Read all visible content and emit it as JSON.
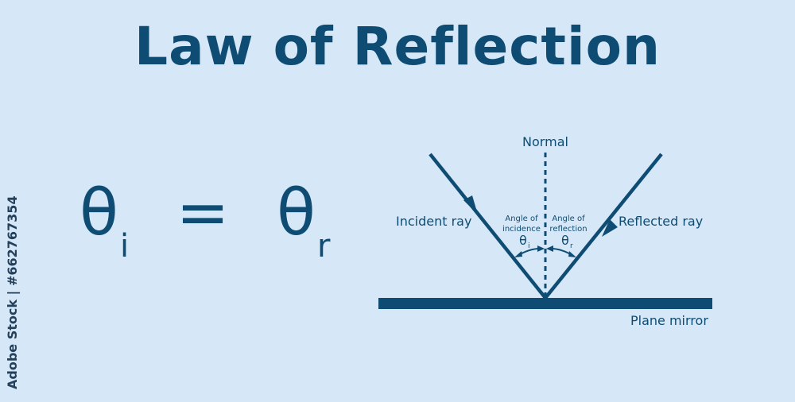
{
  "title": "Law of Reflection",
  "equation": {
    "left_symbol": "θ",
    "left_subscript": "i",
    "operator": "=",
    "right_symbol": "θ",
    "right_subscript": "r"
  },
  "diagram": {
    "normal_label": "Normal",
    "incident_ray_label": "Incident ray",
    "reflected_ray_label": "Reflected ray",
    "mirror_label": "Plane mirror",
    "angle_incidence_label_line1": "Angle of",
    "angle_incidence_label_line2": "incidence",
    "angle_reflection_label_line1": "Angle of",
    "angle_reflection_label_line2": "reflection",
    "theta_i_symbol": "θ",
    "theta_i_subscript": "i",
    "theta_r_symbol": "θ",
    "theta_r_subscript": "r"
  },
  "watermark": "Adobe Stock | #662767354",
  "colors": {
    "background": "#d6e8f7",
    "primary": "#0f4c74"
  }
}
